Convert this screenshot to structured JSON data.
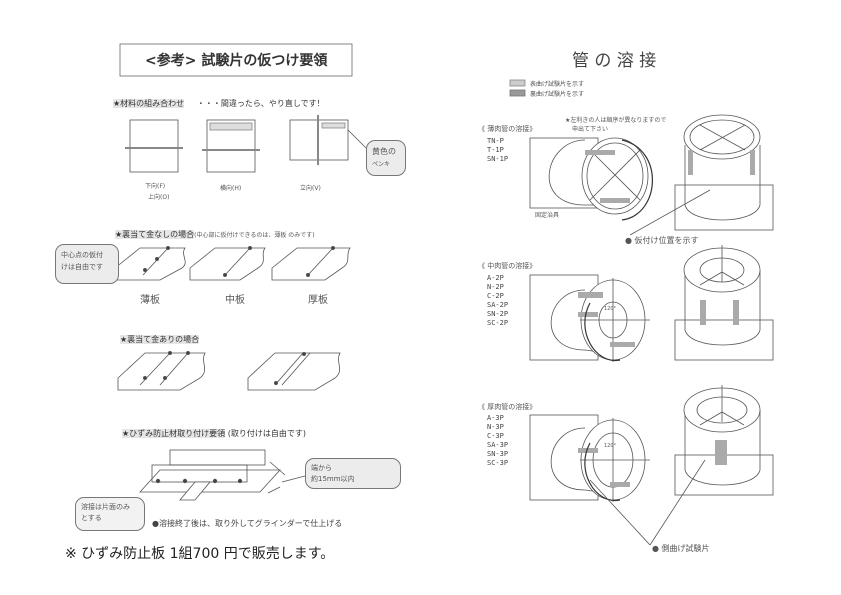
{
  "left": {
    "title": "<参考>  試験片の仮つけ要領",
    "materials_heading": "★材料の組み合わせ",
    "materials_note": "・・・間違ったら、やり直しです！",
    "positions": [
      "下向(F)",
      "上向(O)",
      "横向(H)",
      "立向(V)"
    ],
    "paint_callout": [
      "黄色の",
      "ペンキ"
    ],
    "no_backing_heading": "★裏当て金なしの場合",
    "no_backing_note": "(中心部に仮付けできるのは、薄板 のみです)",
    "center_callout": [
      "中心点の仮付",
      "けは自由です"
    ],
    "plate_labels": [
      "薄板",
      "中板",
      "厚板"
    ],
    "backing_heading": "★裏当て金ありの場合",
    "distortion_heading": "★ひずみ防止材取り付け要領",
    "distortion_note": "(取り付けは自由です)",
    "edge_callout": [
      "端から",
      "約15mm以内"
    ],
    "one_side_callout": [
      "溶接は片面のみ",
      "とする"
    ],
    "after_weld": "●溶接終了後は、取り外してグラインダーで仕上げる",
    "sale_note": "※  ひずみ防止板 1組700 円で販売します。"
  },
  "right": {
    "title": "管 の 溶 接",
    "legend": [
      "表曲げ試験片を示す",
      "裏曲げ試験片を示す"
    ],
    "thin_heading": "《 薄肉管の溶接》",
    "thin_note": [
      "★左利きの人は順序が異なりますので",
      "申出て下さい"
    ],
    "thin_codes": [
      "TN-P",
      "T-1P",
      "SN-1P"
    ],
    "fixture_label": "固定治具",
    "tack_label": "● 仮付け位置を示す",
    "medium_heading": "《 中肉管の溶接》",
    "medium_codes": [
      "A-2P",
      "N-2P",
      "C-2P",
      "SA-2P",
      "SN-2P",
      "SC-2P"
    ],
    "thick_heading": "《 厚肉管の溶接》",
    "thick_codes": [
      "A-3P",
      "N-3P",
      "C-3P",
      "SA-3P",
      "SN-3P",
      "SC-3P"
    ],
    "angle_label": "120°",
    "side_bend_label": "● 側曲げ試験片"
  }
}
